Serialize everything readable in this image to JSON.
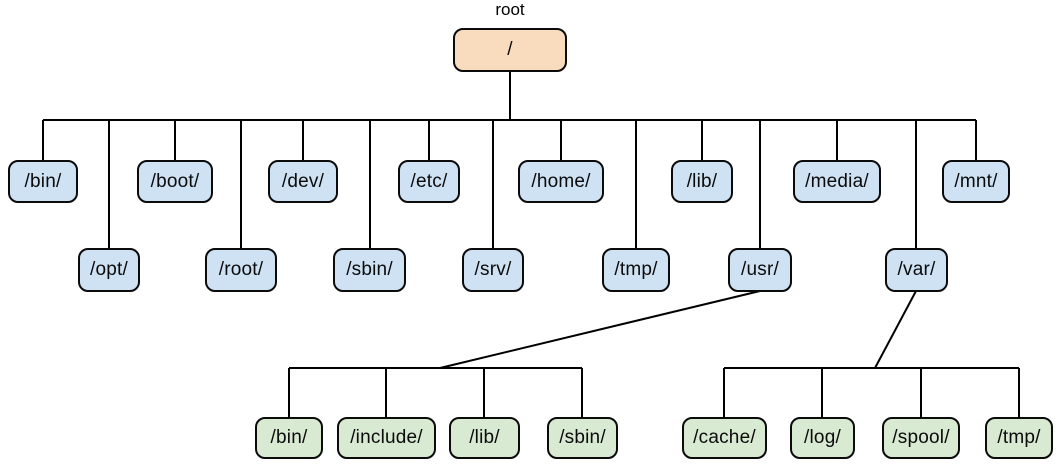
{
  "tree": {
    "caption": "root",
    "root": "/",
    "top_row": [
      "/bin/",
      "/boot/",
      "/dev/",
      "/etc/",
      "/home/",
      "/lib/",
      "/media/",
      "/mnt/"
    ],
    "lower_row": [
      "/opt/",
      "/root/",
      "/sbin/",
      "/srv/",
      "/tmp/",
      "/usr/",
      "/var/"
    ],
    "usr_children": [
      "/bin/",
      "/include/",
      "/lib/",
      "/sbin/"
    ],
    "var_children": [
      "/cache/",
      "/log/",
      "/spool/",
      "/tmp/"
    ]
  },
  "colors": {
    "root_fill": "#f9dcbd",
    "directory_fill": "#cfe2f3",
    "subdirectory_fill": "#d9ead3",
    "border": "#0b0b0b",
    "line": "#000000",
    "background": "#ffffff"
  }
}
